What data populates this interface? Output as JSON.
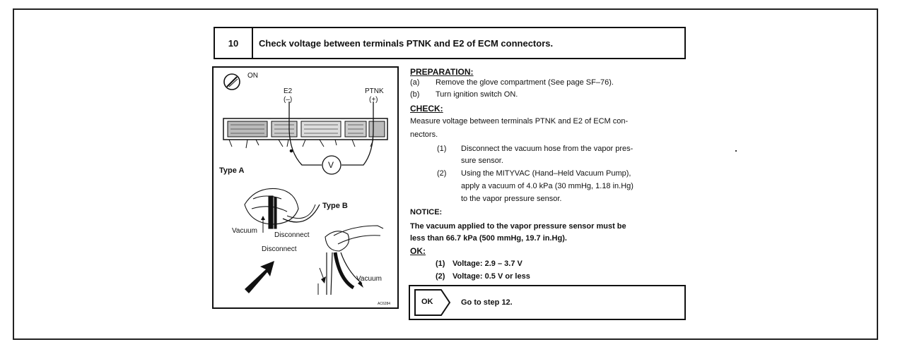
{
  "step": {
    "number": "10",
    "title": "Check voltage between terminals PTNK and E2 of ECM connectors."
  },
  "figure": {
    "switch_state": "ON",
    "terminal_e2": "E2",
    "terminal_e2_sign": "(–)",
    "terminal_ptnk": "PTNK",
    "terminal_ptnk_sign": "(+)",
    "meter_symbol": "V",
    "type_a": "Type A",
    "type_b": "Type B",
    "vacuum_a": "Vacuum",
    "disconnect_a": "Disconnect",
    "disconnect_b": "Disconnect",
    "vacuum_b": "Vacuum",
    "code": "AC6284",
    "switch_icon": "ignition-key-icon",
    "arrow_icon": "pointer-arrow-icon"
  },
  "preparation": {
    "heading": "PREPARATION:",
    "items": [
      {
        "tag": "(a)",
        "text": "Remove the glove compartment (See page SF–76)."
      },
      {
        "tag": "(b)",
        "text": "Turn ignition switch ON."
      }
    ]
  },
  "check": {
    "heading": "CHECK:",
    "intro_line1": "Measure voltage between terminals PTNK and E2 of ECM con-",
    "intro_line2": "nectors.",
    "steps": [
      {
        "tag": "(1)",
        "line1": "Disconnect the vacuum hose from the vapor pres-",
        "line2": "sure sensor.",
        "line3": ""
      },
      {
        "tag": "(2)",
        "line1": "Using the MITYVAC (Hand–Held Vacuum Pump),",
        "line2": "apply a vacuum of 4.0 kPa (30 mmHg, 1.18 in.Hg)",
        "line3": "to the vapor pressure sensor."
      }
    ]
  },
  "notice": {
    "heading": "NOTICE:",
    "line1": "The vacuum applied to the vapor pressure sensor must be",
    "line2": "less than 66.7 kPa (500 mmHg, 19.7 in.Hg)."
  },
  "ok": {
    "heading": "OK:",
    "items": [
      {
        "tag": "(1)",
        "text": "Voltage: 2.9 – 3.7 V"
      },
      {
        "tag": "(2)",
        "text": "Voltage: 0.5 V or less"
      }
    ]
  },
  "result": {
    "label": "OK",
    "next": "Go to step 12."
  }
}
